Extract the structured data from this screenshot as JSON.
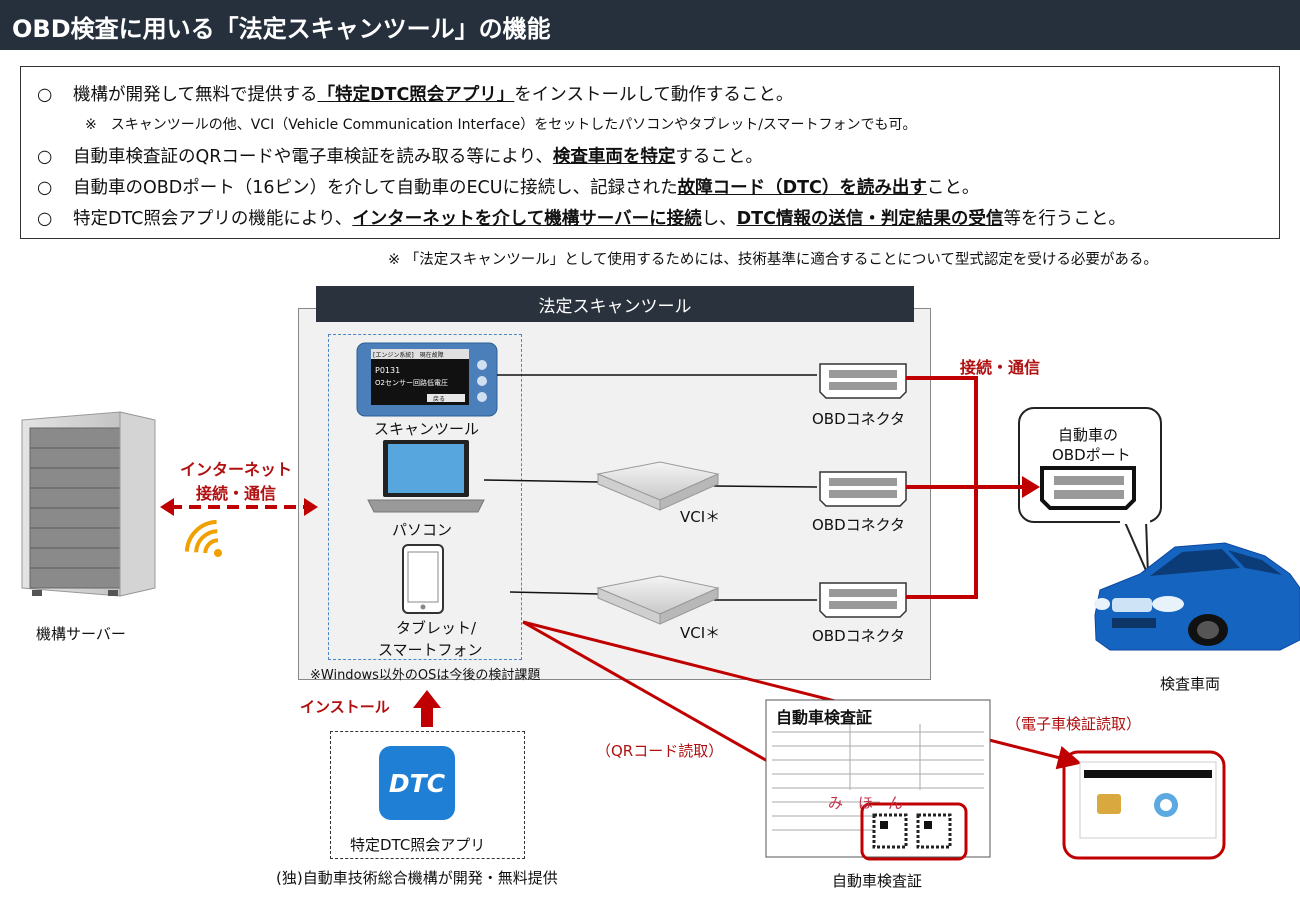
{
  "title": "OBD検査に用いる「法定スキャンツール」の機能",
  "requirements": {
    "marker": "○",
    "note_marker": "※",
    "line1_pre": "機構が開発して無料で提供する",
    "line1_bold": "「特定DTC照会アプリ」",
    "line1_post": "をインストールして動作すること。",
    "note": "スキャンツールの他、VCI（Vehicle Communication Interface）をセットしたパソコンやタブレット/スマートフォンでも可。",
    "line2_pre": "自動車検査証のQRコードや電子車検証を読み取る等により、",
    "line2_bold": "検査車両を特定",
    "line2_post": "すること。",
    "line3_pre": "自動車のOBDポート（16ピン）を介して自動車のECUに接続し、記録された",
    "line3_bold": "故障コード（DTC）を読み出す",
    "line3_post": "こと。",
    "line4_pre": "特定DTC照会アプリの機能により、",
    "line4_bold1": "インターネットを介して機構サーバーに接続",
    "line4_mid": "し、",
    "line4_bold2": "DTC情報の送信・判定結果の受信",
    "line4_post": "等を行うこと。"
  },
  "disclaimer": "※ 「法定スキャンツール」として使用するためには、技術基準に適合することについて型式認定を受ける必要がある。",
  "diagram": {
    "tool_header": "法定スキャンツール",
    "server_label": "機構サーバー",
    "internet_label_1": "インターネット",
    "internet_label_2": "接続・通信",
    "device_scantool": "スキャンツール",
    "device_pc": "パソコン",
    "device_tablet_1": "タブレット/",
    "device_tablet_2": "スマートフォン",
    "vci_label": "VCI＊",
    "obd_connector": "OBDコネクタ",
    "connect_label": "接続・通信",
    "port_label_1": "自動車の",
    "port_label_2": "OBDポート",
    "vehicle_label": "検査車両",
    "os_note": "※Windows以外のOSは今後の検討課題",
    "install_label": "インストール",
    "app_icon_text": "DTC",
    "app_label": "特定DTC照会アプリ",
    "app_provider": "(独)自動車技術総合機構が開発・無料提供",
    "qr_label": "（QRコード読取）",
    "ecert_label": "（電子車検証読取）",
    "cert_title": "自動車検査証",
    "cert_caption": "自動車検査証",
    "cert_sample": "み　ほ　ん",
    "screen_header_left": "[エンジン系統]　現在故障",
    "screen_code": "P0131",
    "screen_msg": "O2センサー回路低電圧",
    "screen_btn": "戻る",
    "colors": {
      "accent_red": "#c00000",
      "header_dark": "#2a323d",
      "app_blue": "#1e7fd4",
      "car_blue": "#1565c0",
      "dash_blue": "#4a86c5"
    }
  }
}
